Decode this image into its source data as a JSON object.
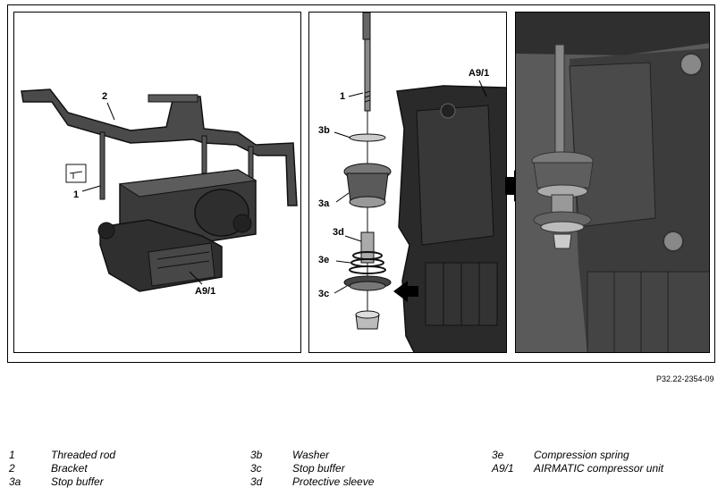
{
  "diagram": {
    "panel1_labels": {
      "bracket": "2",
      "rod": "1",
      "unit": "A9/1"
    },
    "panel2_labels": {
      "rod": "1",
      "washer": "3b",
      "stop_buffer_top": "3a",
      "sleeve": "3d",
      "spring": "3e",
      "stop_buffer_bottom": "3c",
      "unit": "A9/1"
    },
    "reference": "P32.22-2354-09"
  },
  "legend": [
    [
      {
        "code": "1",
        "text": "Threaded rod"
      },
      {
        "code": "2",
        "text": "Bracket"
      },
      {
        "code": "3a",
        "text": "Stop buffer"
      }
    ],
    [
      {
        "code": "3b",
        "text": "Washer"
      },
      {
        "code": "3c",
        "text": "Stop buffer"
      },
      {
        "code": "3d",
        "text": "Protective sleeve"
      }
    ],
    [
      {
        "code": "3e",
        "text": "Compression spring"
      },
      {
        "code": "A9/1",
        "text": "AIRMATIC compressor unit"
      }
    ]
  ]
}
